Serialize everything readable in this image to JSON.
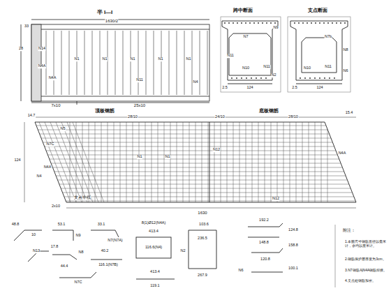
{
  "diagram": {
    "labels": [
      "半 I—I",
      "1630/2",
      "7x10",
      "25x10",
      "N14",
      "N4A",
      "N4A",
      "N1",
      "N1",
      "N1",
      "N1",
      "N1",
      "N11",
      "N4",
      "33",
      "28",
      "跨中断面",
      "支点断面",
      "N9",
      "N7",
      "N11",
      "N10",
      "N11",
      "N2",
      "124",
      "2.5",
      "N7b",
      "N8",
      "N10",
      "N11",
      "N6",
      "124",
      "2.5",
      "顶板钢筋",
      "底板钢筋",
      "28/10",
      "24/10",
      "28/10",
      "14.7",
      "15.4",
      "N5",
      "N7C",
      "N4A",
      "N4",
      "124",
      "N12",
      "N12",
      "N4A",
      "支点中线",
      "2x10",
      "1630",
      "N1",
      "N1",
      "N13",
      "48.8",
      "10",
      "53.1",
      "N9",
      "17.8",
      "N8",
      "44.4",
      "N7C",
      "33.1",
      "N7(N7A)",
      "40.2",
      "116.1(N7B)",
      "8(1)Ø12(N4A)",
      "413.4",
      "116.6(N4)",
      "413.4",
      "119.1",
      "103.6",
      "236.5",
      "N2",
      "267.9",
      "192.2",
      "124.8",
      "148.8",
      "158.8",
      "120.8",
      "N6",
      "100.1",
      "附注：",
      "1.本图尺寸钢筋直径以毫米计，余均以厘米计。",
      "2.钢筋保护层厚度为3cm。",
      "3.N7钢筋与N4A钢筋焊接。",
      "4.支点处钢筋加密。"
    ]
  }
}
